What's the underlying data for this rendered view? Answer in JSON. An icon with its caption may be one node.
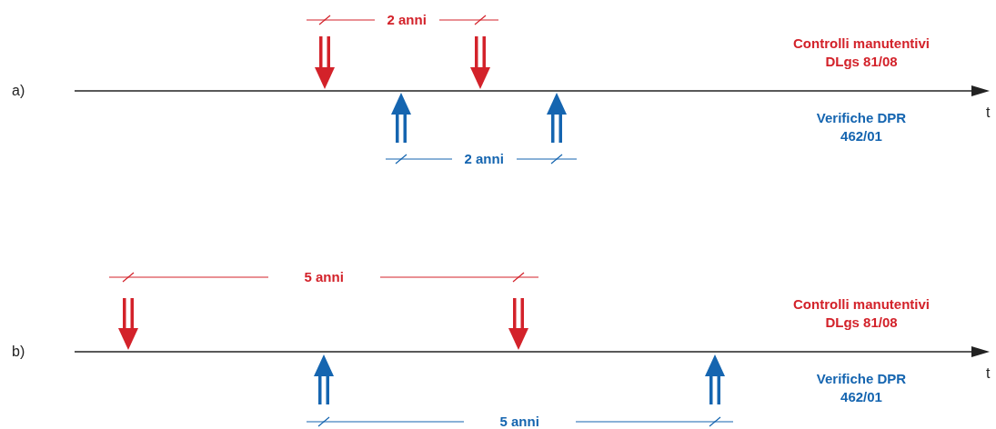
{
  "diagram": {
    "labels": [
      "2 anni",
      "Controlli manutentivi DLgs 81/08",
      "a)",
      "t",
      "Verifiche DPR 462/01",
      "2 anni",
      "5 anni",
      "Controlli manutentivi DLgs 81/08",
      "b)",
      "t",
      "Verifiche DPR 462/01",
      "5 anni"
    ]
  }
}
